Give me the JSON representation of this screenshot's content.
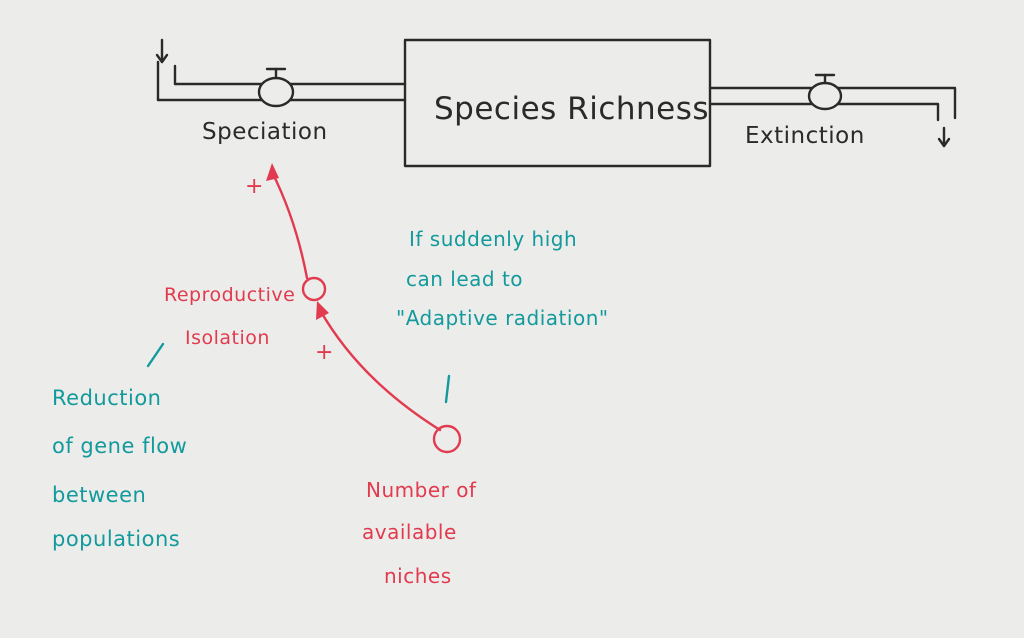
{
  "stock": {
    "label": "Species Richness"
  },
  "flows": {
    "inflow_label": "Speciation",
    "outflow_label": "Extinction"
  },
  "variables": {
    "isolation_line1": "Reproductive",
    "isolation_line2": "Isolation",
    "niches_line1": "Number of",
    "niches_line2": "available",
    "niches_line3": "niches"
  },
  "links": {
    "isolation_to_speciation_polarity": "+",
    "niches_to_isolation_polarity": "+"
  },
  "notes": {
    "isolation_note_line1": "Reduction",
    "isolation_note_line2": "of gene flow",
    "isolation_note_line3": "between",
    "isolation_note_line4": "populations",
    "niches_note_line1": "If suddenly high",
    "niches_note_line2": "can lead to",
    "niches_note_line3": "\"Adaptive radiation\""
  },
  "colors": {
    "ink": "#2a2a2a",
    "causal_red": "#e23a4e",
    "note_teal": "#129a9c",
    "paper": "#ececea"
  }
}
